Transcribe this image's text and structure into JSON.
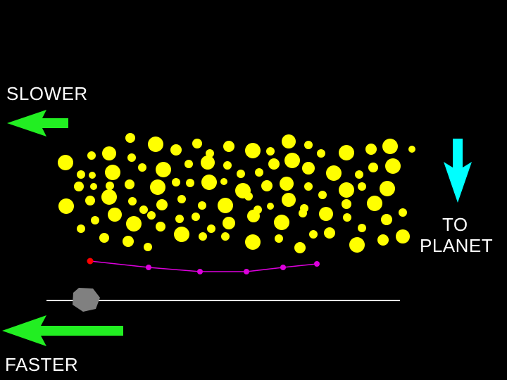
{
  "labels": {
    "slower": "SLOWER",
    "faster": "FASTER",
    "to_planet_line1": "TO",
    "to_planet_line2": "PLANET"
  },
  "colors": {
    "background": "#000000",
    "ring_particle": "#ffff00",
    "slow_arrow": "#22ee22",
    "fast_arrow": "#22ee22",
    "planet_arrow": "#00ffff",
    "moonlet": "#808080",
    "trajectory": "#dd00dd",
    "trajectory_start": "#ff0000",
    "orbit_line": "#ffffff"
  },
  "icons": {
    "slower_arrow": "left-arrow-icon",
    "faster_arrow": "left-arrow-icon",
    "to_planet_arrow": "down-arrow-icon",
    "moonlet": "moonlet-shape"
  }
}
